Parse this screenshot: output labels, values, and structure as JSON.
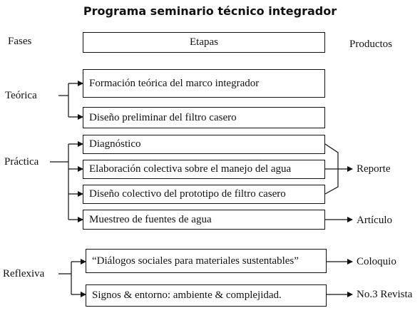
{
  "title": "Programa seminario técnico integrador",
  "headers": {
    "fases": "Fases",
    "etapas": "Etapas",
    "productos": "Productos"
  },
  "phases": {
    "teorica": "Teórica",
    "practica": "Práctica",
    "reflexiva": "Reflexiva"
  },
  "stages": {
    "formacion": "Formación teórica del marco integrador",
    "diseno_preliminar": "Diseño preliminar del filtro casero",
    "diagnostico": "Diagnóstico",
    "elaboracion": "Elaboración colectiva sobre el manejo del agua",
    "diseno_colectivo": "Diseño colectivo del prototipo de filtro casero",
    "muestreo": "Muestreo de fuentes de agua",
    "dialogos": "“Diálogos sociales para materiales sustentables”",
    "signos": "Signos &  entorno: ambiente & complejidad."
  },
  "products": {
    "reporte": "Reporte",
    "articulo": "Artículo",
    "coloquio": "Coloquio",
    "revista": "No.3 Revista"
  }
}
